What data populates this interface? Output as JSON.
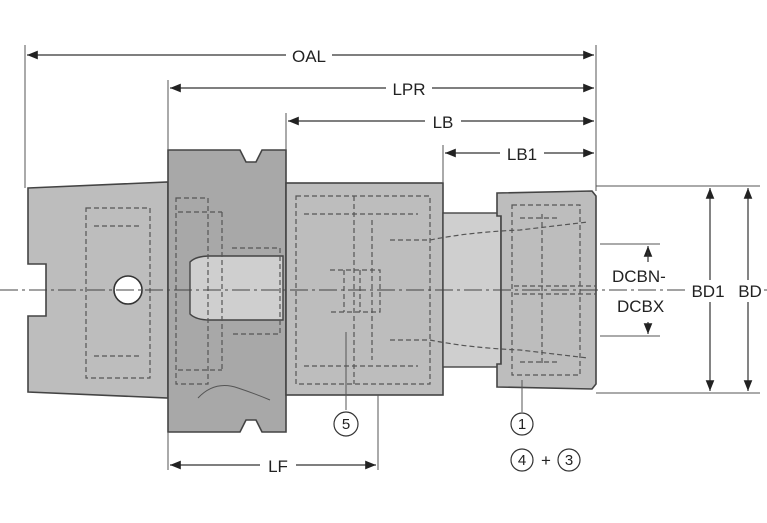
{
  "labels": {
    "oal": "OAL",
    "lpr": "LPR",
    "lb": "LB",
    "lb1": "LB1",
    "lf": "LF",
    "bd1": "BD1",
    "bd": "BD",
    "dcbn": "DCBN-",
    "dcbx": "DCBX"
  },
  "callouts": {
    "c1": "1",
    "c3": "3",
    "c4": "4",
    "c5": "5",
    "plus": "+"
  }
}
